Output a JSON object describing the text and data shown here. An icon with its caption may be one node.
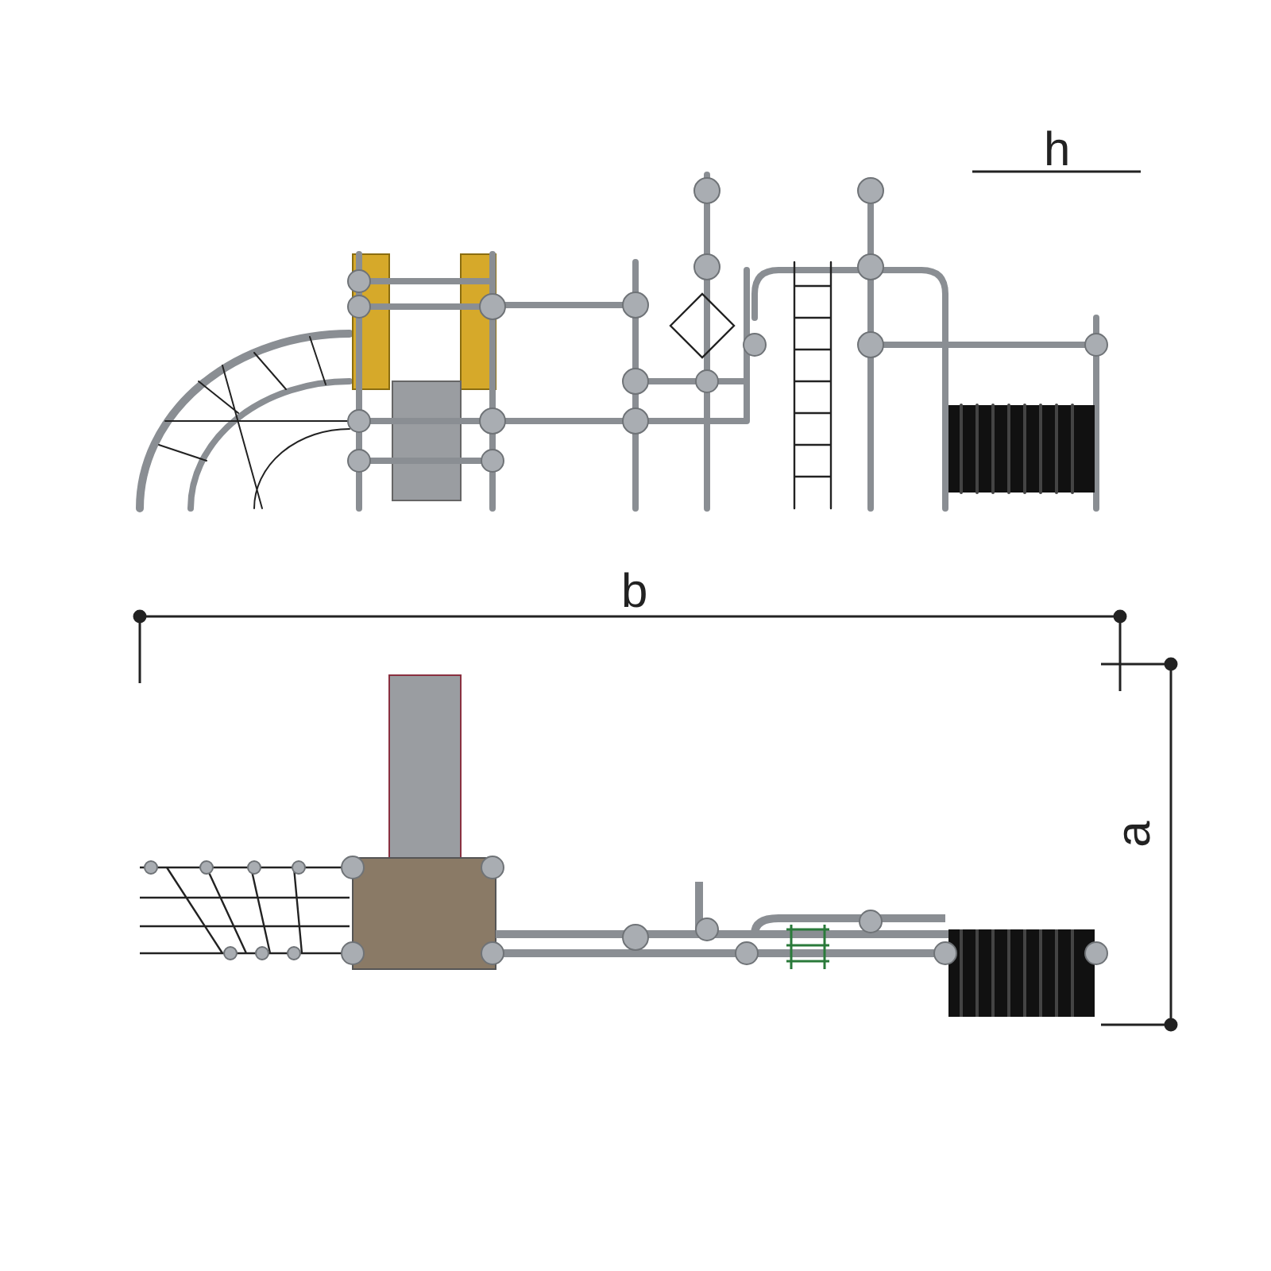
{
  "diagram": {
    "labels": [
      "h",
      "b",
      "a"
    ]
  }
}
